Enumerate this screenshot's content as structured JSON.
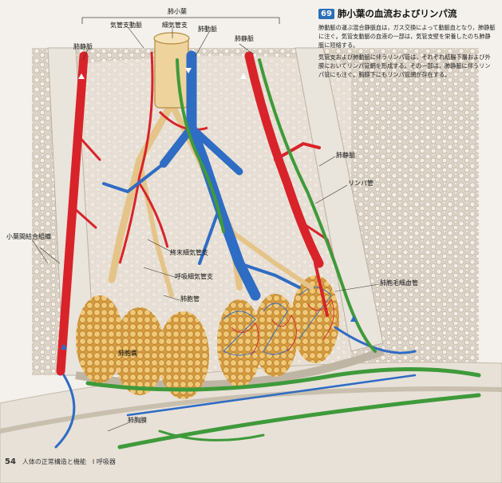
{
  "header": {
    "number": "69",
    "title": "肺小葉の血流およびリンパ流",
    "paragraph1": "肺動脈の運ぶ混合静脈血は，ガス交換によって動脈血となり，肺静脈に注ぐ。気管支動脈の血液の一部は，気管支壁を栄養したのち肺静脈に短絡する。",
    "paragraph2": "気管支および肺動脈に伴うリンパ管は，それぞれ結腸下層および外膜においてリンパ管網を形成する。その一部は，肺静脈に伴うリンパ管にも注ぐ。胸膜下にもリンパ管網が存在する。"
  },
  "labels": {
    "lobule": "肺小葉",
    "bronchial_artery": "気管支動脈",
    "bronchus": "細気管支",
    "pulmonary_artery": "肺動脈",
    "pulmonary_vein_top": "肺静脈",
    "pulmonary_vein_left": "肺静脈",
    "pulmonary_vein_right": "肺静脈",
    "lymph_vessel": "リンパ管",
    "interlobular_septum": "小葉間結合組織",
    "terminal_bronchiole": "終末細気管支",
    "respiratory_bronchiole": "呼吸細気管支",
    "alveolar_duct": "肺胞管",
    "alveolar_sac": "肺胞嚢",
    "alveolar_capillary": "肺胞毛細血管",
    "pleura": "肺胸膜"
  },
  "footer": {
    "page_number": "54",
    "running_title": "人体の正常構造と機能　Ⅰ 呼吸器"
  },
  "colors": {
    "artery": "#d8232a",
    "vein_blue": "#2f6cc4",
    "lymph": "#3f9a3a",
    "alveoli": "#e2b35a",
    "tissue": "#d8cfc2"
  }
}
